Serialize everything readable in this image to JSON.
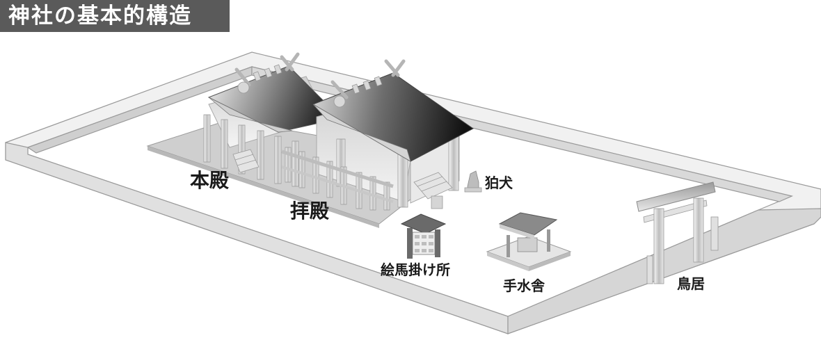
{
  "title": "神社の基本的構造",
  "labels": {
    "honden": "本殿",
    "haiden": "拝殿",
    "komainu": "狛犬",
    "ema": "絵馬掛け所",
    "temizuya": "手水舎",
    "torii": "鳥居"
  },
  "colors": {
    "title_bg": "#5a5a5a",
    "title_text": "#ffffff",
    "roof_dark": "#1e1e1e",
    "structure_light": "#e6e6e6"
  }
}
